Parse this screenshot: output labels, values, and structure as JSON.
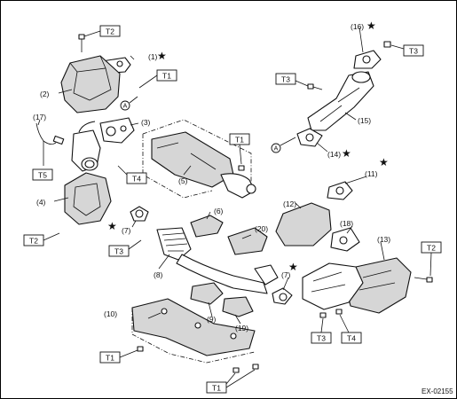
{
  "diagram": {
    "code": "EX-02155",
    "star": "★",
    "ref_mark": "A",
    "torque_labels": {
      "t1": "T1",
      "t2": "T2",
      "t3": "T3",
      "t4": "T4",
      "t5": "T5"
    },
    "part_labels": {
      "p1": "(1)",
      "p2": "(2)",
      "p3": "(3)",
      "p4": "(4)",
      "p5": "(5)",
      "p6": "(6)",
      "p7": "(7)",
      "p8": "(8)",
      "p9": "(9)",
      "p10": "(10)",
      "p11": "(11)",
      "p12": "(12)",
      "p13": "(13)",
      "p14": "(14)",
      "p15": "(15)",
      "p16": "(16)",
      "p17": "(17)",
      "p18": "(18)",
      "p19": "(19)",
      "p20": "(20)"
    }
  }
}
